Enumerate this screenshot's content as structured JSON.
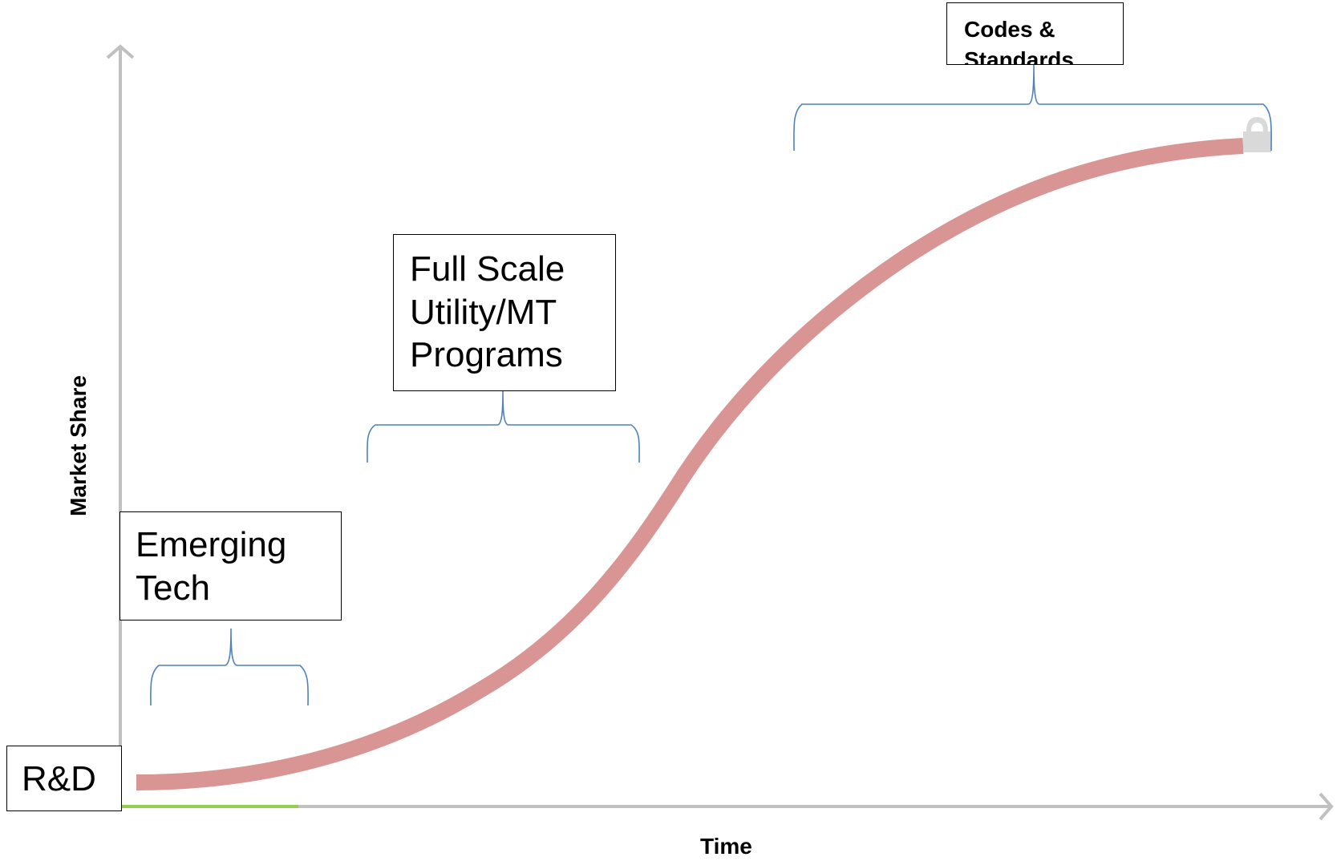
{
  "axes": {
    "x_label": "Time",
    "y_label": "Market Share"
  },
  "stages": {
    "rd": "R&D",
    "emerging": [
      "Emerging",
      "Tech"
    ],
    "full_scale": [
      "Full Scale",
      "Utility/MT",
      "Programs"
    ],
    "codes": [
      "Codes &",
      "Standards"
    ]
  },
  "colors": {
    "axis": "#c0c0c0",
    "curve": "#d99594",
    "bracket": "#4f81bd",
    "rd_line": "#92d050",
    "lock": "#d9d9d9"
  }
}
